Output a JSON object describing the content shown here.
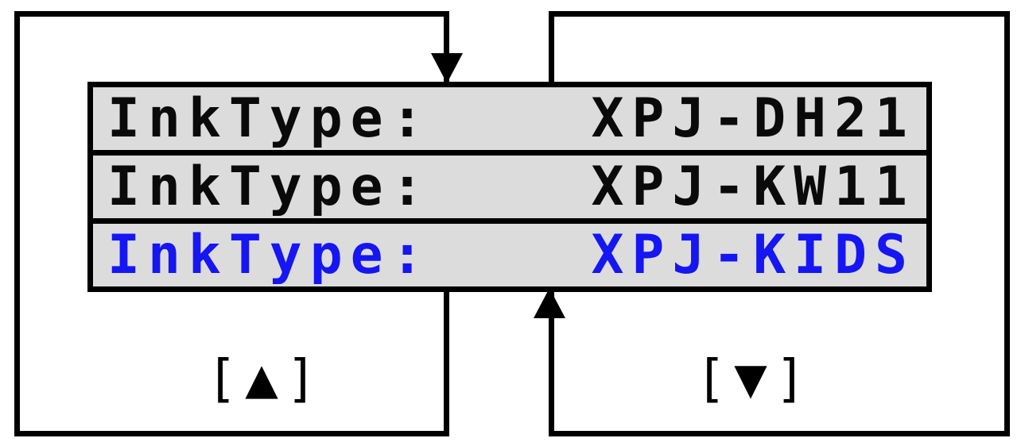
{
  "diagram": {
    "description": "Ink type selection loop on printer operation panel LCD",
    "lcd": {
      "bg_color": "#dcdcdc",
      "border_color": "#000000",
      "rows": [
        {
          "label": "InkType:",
          "value": "XPJ-DH21",
          "color": "#0a0a0a",
          "selected": false
        },
        {
          "label": "InkType:",
          "value": "XPJ-KW11",
          "color": "#0a0a0a",
          "selected": false
        },
        {
          "label": "InkType:",
          "value": "XPJ-KIDS",
          "color": "#1616f2",
          "selected": true
        }
      ]
    },
    "keys": {
      "up": {
        "open_bracket": "[",
        "glyph": "▲",
        "close_bracket": "]"
      },
      "down": {
        "open_bracket": "[",
        "glyph": "▼",
        "close_bracket": "]"
      }
    },
    "colors": {
      "selected_text": "#1616f2",
      "text": "#0a0a0a",
      "line": "#000000"
    }
  }
}
